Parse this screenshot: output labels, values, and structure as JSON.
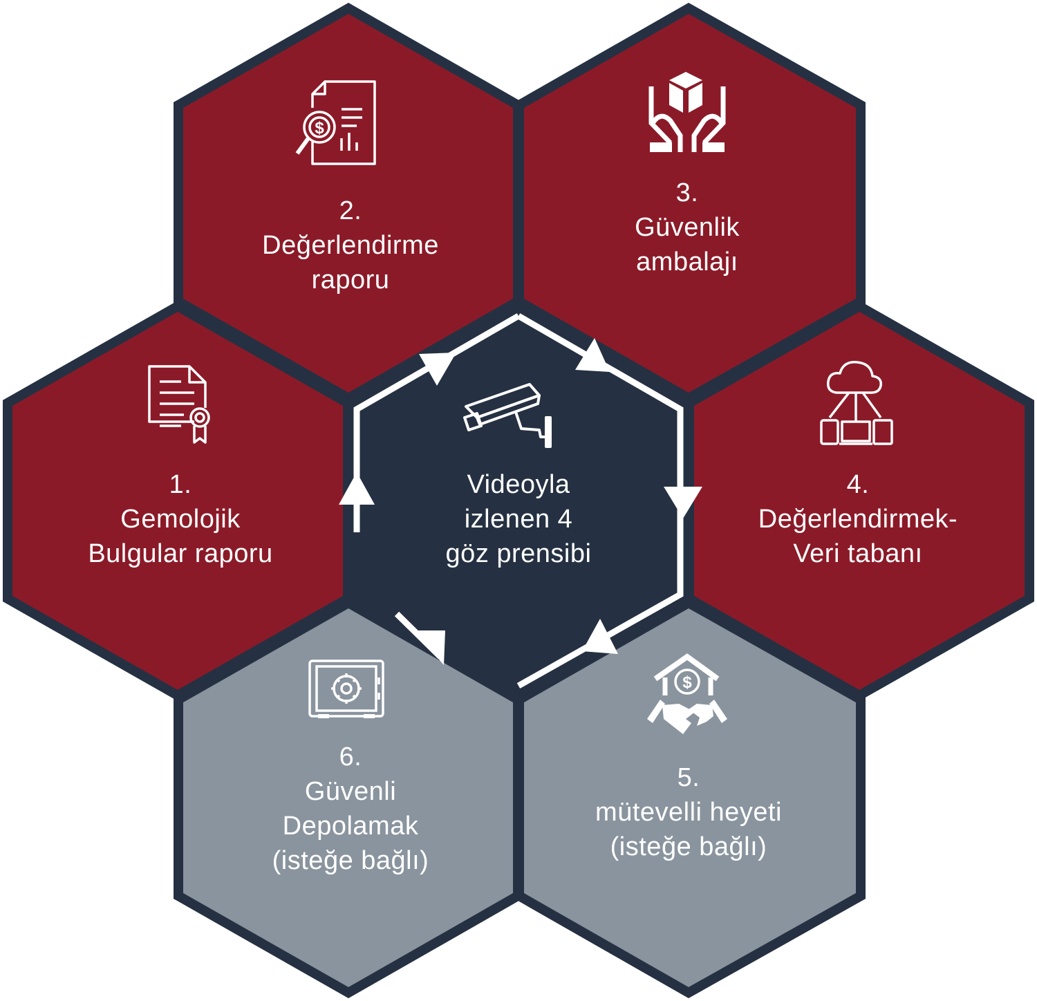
{
  "colors": {
    "red": "#8b1a28",
    "gray": "#8a949e",
    "navy": "#253142",
    "border": "#253142",
    "white": "#ffffff"
  },
  "center": {
    "lines": [
      "Videoyla",
      "izlenen 4",
      "göz prensibi"
    ],
    "icon": "cctv-camera-icon"
  },
  "steps": [
    {
      "number": "1.",
      "lines": [
        "Gemolojik",
        "Bulgular raporu"
      ],
      "icon": "certificate-document-icon",
      "color": "red"
    },
    {
      "number": "2.",
      "lines": [
        "Değerlendirme",
        "raporu"
      ],
      "icon": "financial-report-search-icon",
      "color": "red"
    },
    {
      "number": "3.",
      "lines": [
        "Güvenlik",
        "ambalajı"
      ],
      "icon": "hands-holding-box-icon",
      "color": "red"
    },
    {
      "number": "4.",
      "lines": [
        "Değerlendirmek-",
        "Veri tabanı"
      ],
      "icon": "cloud-network-devices-icon",
      "color": "red"
    },
    {
      "number": "5.",
      "lines": [
        "mütevelli heyeti",
        "(isteğe bağlı)"
      ],
      "icon": "handshake-bank-icon",
      "color": "gray"
    },
    {
      "number": "6.",
      "lines": [
        "Güvenli",
        "Depolamak",
        "(isteğe bağlı)"
      ],
      "icon": "safe-vault-icon",
      "color": "gray"
    }
  ]
}
